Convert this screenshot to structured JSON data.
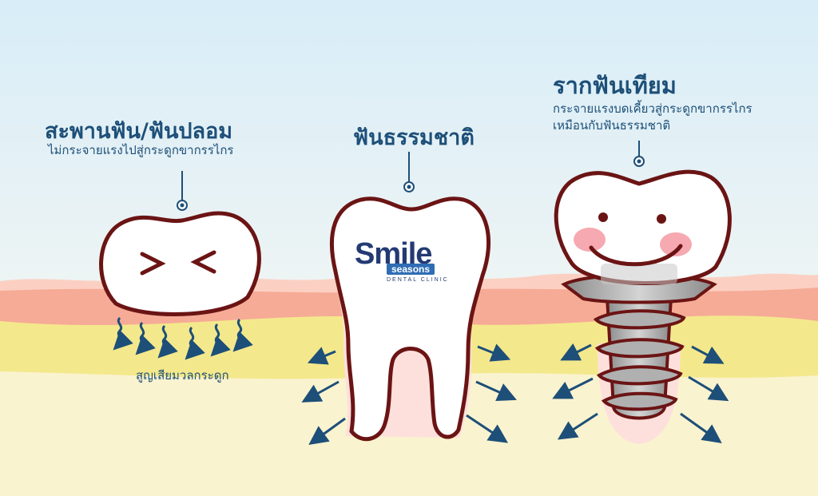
{
  "bridge": {
    "title": "สะพานฟัน/ฟันปลอม",
    "subtitle": "ไม่กระจายแรงไปสู่กระดูกขากรรไกร",
    "bone_loss": "สูญเสียมวลกระดูก"
  },
  "natural": {
    "title": "ฟันธรรมชาติ"
  },
  "implant": {
    "title": "รากฟันเทียม",
    "subtitle_line1": "กระจายแรงบดเคี้ยวสู่กระดูกขากรรไกร",
    "subtitle_line2": "เหมือนกับฟันธรรมชาติ"
  },
  "logo": {
    "text_main": "Smile",
    "text_sub": "seasons",
    "text_small": "DENTAL CLINIC"
  },
  "colors": {
    "sky_top": "#dbeef8",
    "gum": "#f7b8a6",
    "bone": "#f4e88c",
    "jaw": "#faf3cf",
    "outline": "#6b1414",
    "arrow": "#1d4f78"
  }
}
